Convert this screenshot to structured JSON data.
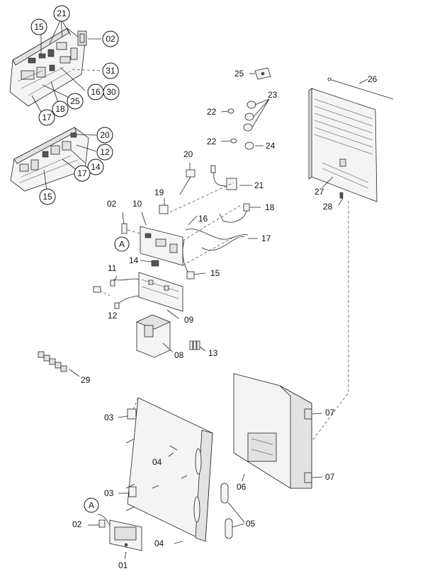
{
  "labels": {
    "l_21_top": "21",
    "l_15_top": "15",
    "l_02_top": "02",
    "l_31": "31",
    "l_16_top": "16",
    "l_30": "30",
    "l_17_top": "17",
    "l_18_top": "18",
    "l_25_top": "25",
    "l_20_mid": "20",
    "l_12_mid": "12",
    "l_14_mid": "14",
    "l_17_mid": "17",
    "l_15_mid": "15",
    "l_25_r": "25",
    "l_26": "26",
    "l_23": "23",
    "l_22_a": "22",
    "l_22_b": "22",
    "l_24": "24",
    "l_27": "27",
    "l_28": "28",
    "l_20": "20",
    "l_21": "21",
    "l_19": "19",
    "l_18": "18",
    "l_02_mid": "02",
    "l_10": "10",
    "l_16": "16",
    "l_17": "17",
    "l_A_mid": "A",
    "l_14": "14",
    "l_15": "15",
    "l_11": "11",
    "l_12": "12",
    "l_09": "09",
    "l_08": "08",
    "l_13": "13",
    "l_29": "29",
    "l_03_a": "03",
    "l_03_b": "03",
    "l_04_a": "04",
    "l_04_b": "04",
    "l_07_a": "07",
    "l_07_b": "07",
    "l_06": "06",
    "l_05": "05",
    "l_A_bot": "A",
    "l_02_bot": "02",
    "l_01": "01"
  }
}
